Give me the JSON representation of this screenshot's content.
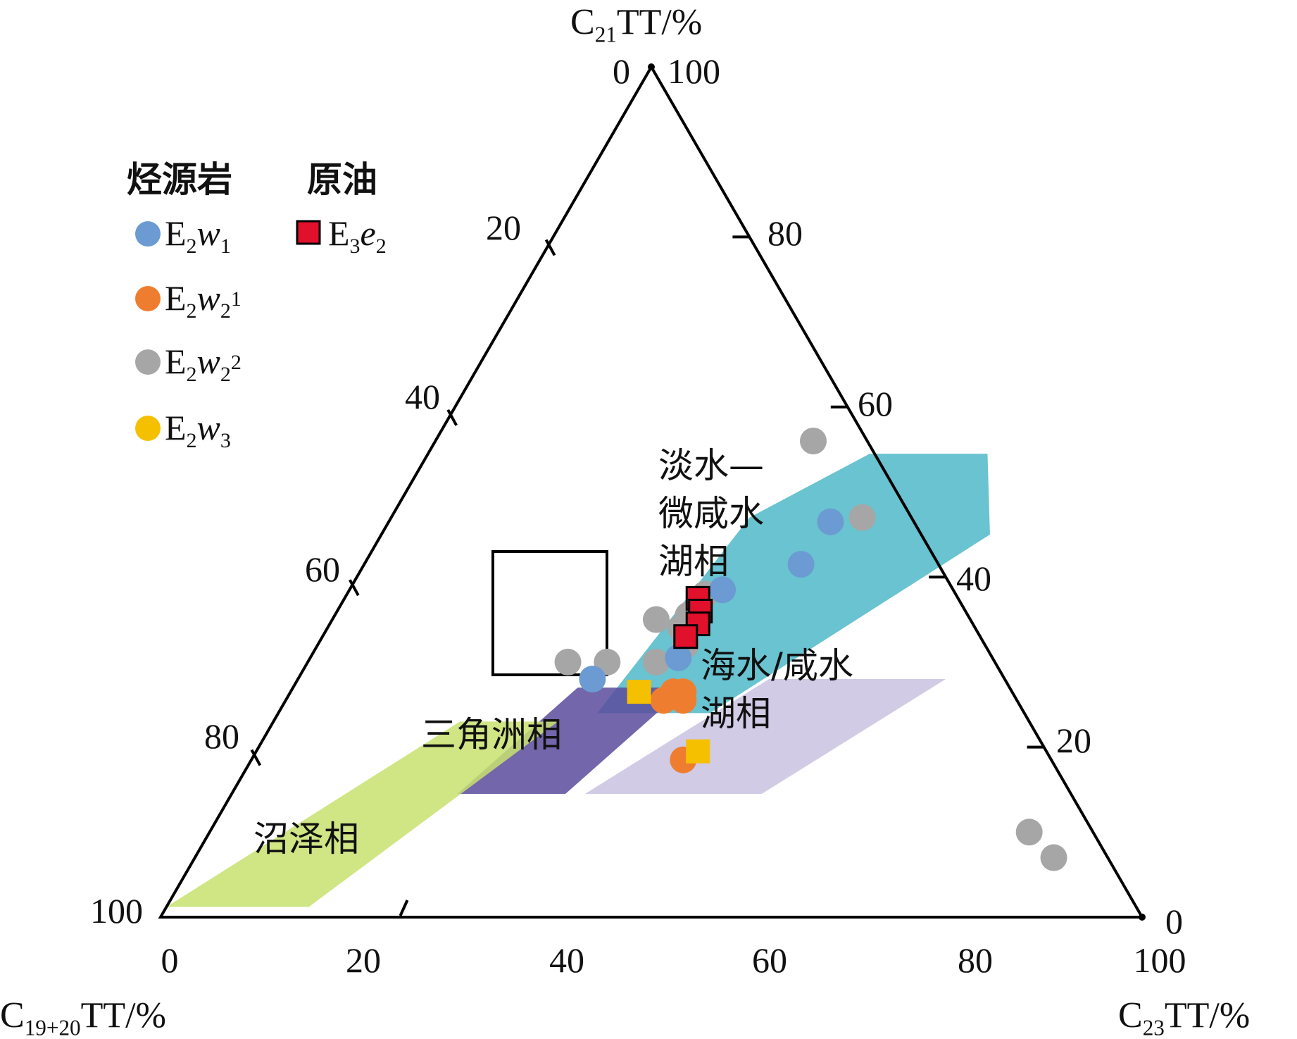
{
  "chart_data": {
    "type": "scatter",
    "subtype": "ternary",
    "axes": {
      "top": {
        "title_main": "C",
        "title_sub": "21",
        "title_tail": "TT/%",
        "ticks": [
          "0",
          "20",
          "40",
          "60",
          "80",
          "100"
        ]
      },
      "left": {
        "title_main": "C",
        "title_sub": "19+20",
        "title_tail": "TT/%",
        "ticks": [
          "0",
          "20",
          "40",
          "60",
          "80",
          "100"
        ]
      },
      "right": {
        "title_main": "C",
        "title_sub": "23",
        "title_tail": "TT/%",
        "ticks": [
          "0",
          "20",
          "40",
          "60",
          "80",
          "100"
        ]
      },
      "corner_labels": {
        "top_left": "0",
        "top_right": "100",
        "bottom_left": "100",
        "bottom_right": "0",
        "base_left": "0",
        "base_right": "100"
      },
      "base_ticks": [
        "20",
        "40",
        "60",
        "80"
      ],
      "left_ticks": [
        "20",
        "40",
        "60",
        "80"
      ],
      "right_ticks": [
        "80",
        "60",
        "40",
        "20"
      ]
    },
    "regions": [
      {
        "name": "淡水—微咸水湖相",
        "lines": [
          "淡水—",
          "微咸水",
          "湖相"
        ],
        "color": "#4fb9c8",
        "vertices_c23_c21": [
          [
            36.5,
            47
          ],
          [
            45,
            54.5
          ],
          [
            57,
            54.5
          ],
          [
            62,
            45
          ],
          [
            44,
            24
          ],
          [
            32.5,
            24
          ]
        ]
      },
      {
        "name": "三角洲相",
        "lines": [
          "三角洲相"
        ],
        "color": "#5b4b9c",
        "vertices_c23_c21": [
          [
            29,
            27
          ],
          [
            40,
            27
          ],
          [
            34,
            14.5
          ],
          [
            23,
            14.5
          ]
        ]
      },
      {
        "name": "海水/咸水湖相",
        "lines": [
          "海水/咸水",
          "湖相"
        ],
        "color": "#c6bede",
        "vertices_c23_c21": [
          [
            48,
            28
          ],
          [
            66,
            28
          ],
          [
            54,
            14.5
          ],
          [
            36,
            14.5
          ]
        ]
      },
      {
        "name": "沼泽相",
        "lines": [
          "沼泽相"
        ],
        "color": "#c8e06e",
        "vertices_c23_c21": [
          [
            19,
            23
          ],
          [
            29,
            23
          ],
          [
            14.5,
            1.2
          ],
          [
            0,
            1.2
          ]
        ]
      }
    ],
    "highlight_box": {
      "c23": [
        31.5,
        43
      ],
      "c21": [
        28.5,
        43
      ]
    },
    "legend": {
      "source_rock_title": "烃源岩",
      "crude_oil_title": "原油",
      "items": [
        {
          "base": "E",
          "sub": "2",
          "letter": "w",
          "sub2": "1",
          "sup": "",
          "marker": "circle",
          "color": "#6b9bd2"
        },
        {
          "base": "E",
          "sub": "2",
          "letter": "w",
          "sub2": "2",
          "sup": "1",
          "marker": "circle",
          "color": "#ef7d2f"
        },
        {
          "base": "E",
          "sub": "2",
          "letter": "w",
          "sub2": "2",
          "sup": "2",
          "marker": "circle",
          "color": "#a6a6a6"
        },
        {
          "base": "E",
          "sub": "2",
          "letter": "w",
          "sub2": "3",
          "sup": "",
          "marker": "circle",
          "color": "#f5c000"
        }
      ],
      "oil_item": {
        "base": "E",
        "sub": "3",
        "letter": "e",
        "sub2": "2",
        "marker": "square",
        "color": "#e1102b"
      }
    },
    "series": [
      {
        "name": "E2w1",
        "marker": "circle",
        "color": "#6b9bd2",
        "points_c23_c21": [
          [
            45,
            46.5
          ],
          [
            44.5,
            41.5
          ],
          [
            38,
            38.5
          ],
          [
            37.5,
            30.5
          ],
          [
            30,
            28
          ]
        ]
      },
      {
        "name": "E2w2^1",
        "marker": "circle",
        "color": "#ef7d2f",
        "points_c23_c21": [
          [
            39,
            26.5
          ],
          [
            40,
            26.5
          ],
          [
            40.5,
            25.5
          ],
          [
            38.5,
            25.5
          ],
          [
            44,
            18.5
          ]
        ]
      },
      {
        "name": "E2w2^2",
        "marker": "circle",
        "color": "#a6a6a6",
        "points_c23_c21": [
          [
            38.5,
            56
          ],
          [
            48,
            47
          ],
          [
            36.5,
            38
          ],
          [
            36,
            35.5
          ],
          [
            33,
            35
          ],
          [
            36,
            34
          ],
          [
            37.5,
            32
          ],
          [
            35.5,
            30
          ],
          [
            30.5,
            30
          ],
          [
            26.5,
            30
          ],
          [
            83.5,
            10
          ],
          [
            87.5,
            7
          ]
        ]
      },
      {
        "name": "E2w3",
        "marker": "square",
        "color": "#f5c000",
        "points_c23_c21": [
          [
            37,
            33
          ],
          [
            35.5,
            26.5
          ],
          [
            45,
            19.5
          ]
        ]
      },
      {
        "name": "E3e2",
        "marker": "square",
        "color": "#e1102b",
        "points_c23_c21": [
          [
            36,
            37.5
          ],
          [
            37,
            36
          ],
          [
            37.5,
            34.5
          ],
          [
            37,
            33
          ]
        ]
      }
    ]
  }
}
